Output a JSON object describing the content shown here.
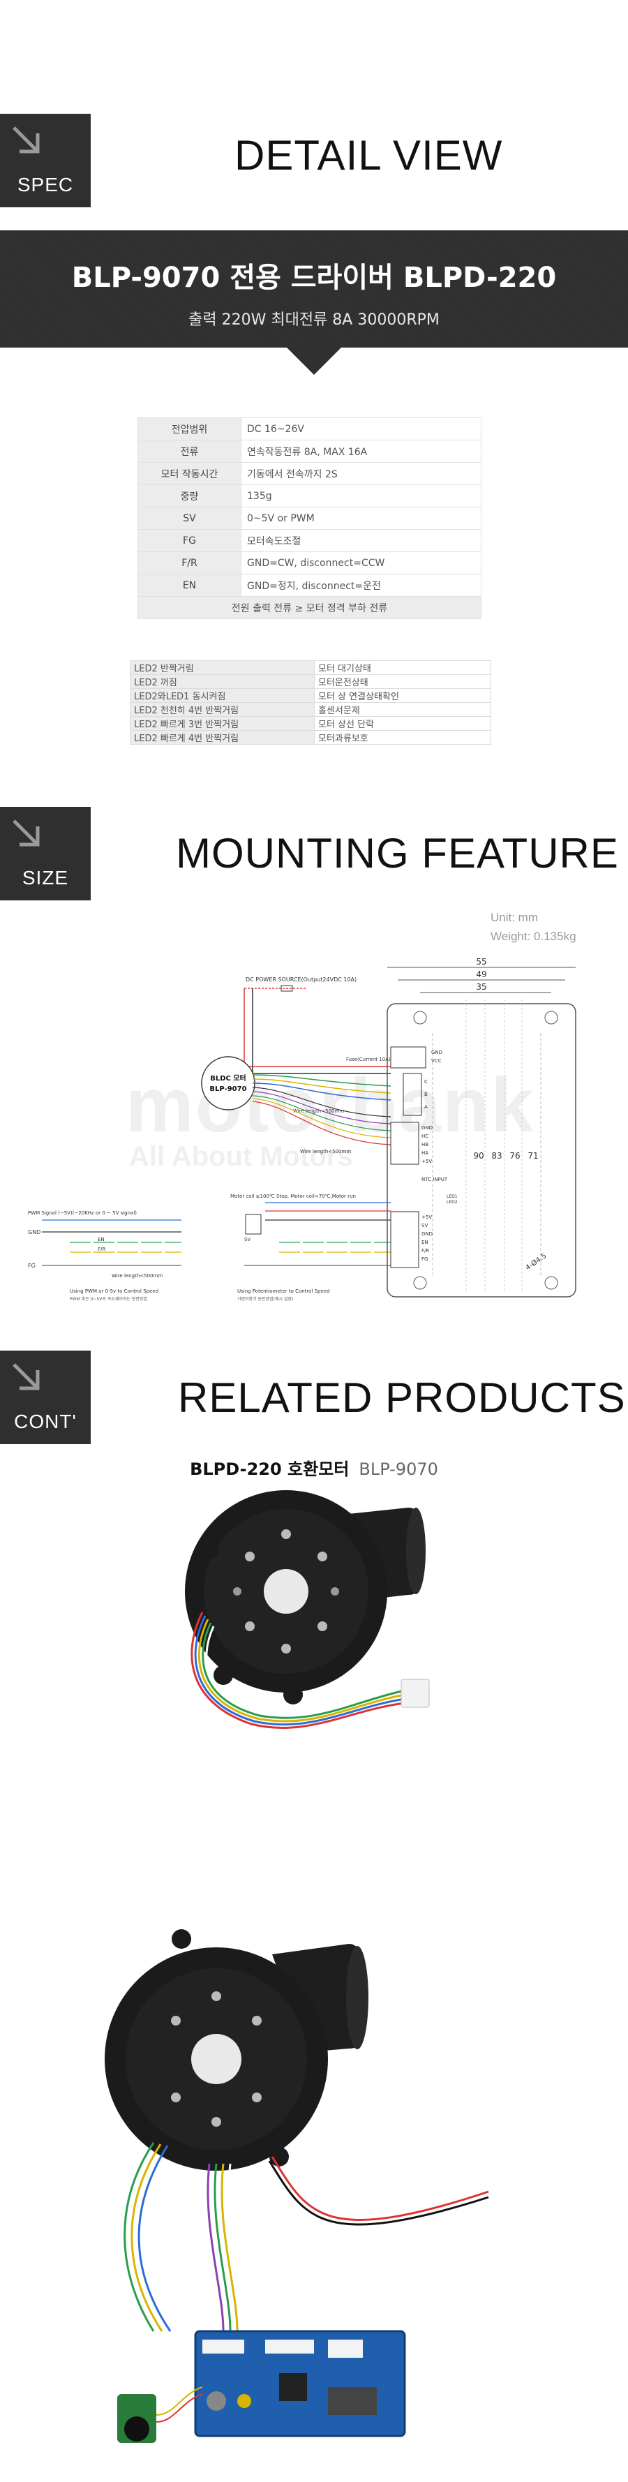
{
  "spec_section": {
    "badge": "SPEC",
    "title": "DETAIL VIEW",
    "band_title": "BLP-9070 전용 드라이버 BLPD-220",
    "band_subtitle": "출력 220W 최대전류 8A  30000RPM"
  },
  "spec_table": [
    {
      "key": "전압범위",
      "value": "DC 16~26V"
    },
    {
      "key": "전류",
      "value": "연속작동전류 8A, MAX 16A"
    },
    {
      "key": "모터 작동시간",
      "value": "기동에서 전속까지 2S"
    },
    {
      "key": "중량",
      "value": "135g"
    },
    {
      "key": "SV",
      "value": "0~5V or PWM"
    },
    {
      "key": "FG",
      "value": "모터속도조절"
    },
    {
      "key": "F/R",
      "value": "GND=CW, disconnect=CCW"
    },
    {
      "key": "EN",
      "value": "GND=정지, disconnect=운전"
    }
  ],
  "spec_note": "전원 출력 전류 ≥ 모터 정격 부하 전류",
  "led_table": [
    {
      "key": "LED2 반짝거림",
      "value": "모터 대기상태"
    },
    {
      "key": "LED2 꺼짐",
      "value": "모터운전상태"
    },
    {
      "key": "LED2와LED1 동시켜짐",
      "value": "모터 상 연결상태확인"
    },
    {
      "key": "LED2 천천히 4번 반짝거림",
      "value": "홀센서문제"
    },
    {
      "key": "LED2 빠르게 3번 반짝거림",
      "value": "모터 상선 단락"
    },
    {
      "key": "LED2 빠르게 4번 반짝거림",
      "value": "모터과류보호"
    }
  ],
  "size_section": {
    "badge": "SIZE",
    "title": "MOUNTING FEATURE",
    "unit": "Unit: mm",
    "weight": "Weight: 0.135kg"
  },
  "diagram": {
    "power_label": "DC POWER SOURCE(Output24VDC 10A)",
    "fuse_label": "Fuse(Current 10A)",
    "motor_label_line1": "BLDC 모터",
    "motor_label_line2": "BLP-9070",
    "wire_length_1": "Wire length<500mm",
    "wire_length_2": "Wire length<500mm",
    "wire_length_3": "Wire length<500mm",
    "pwm_signal": "PWM Signal (~5V)(~20KHz or 0 ~ 5V signal)",
    "motor_coil": "Motor coil ≥100℃ Stop, Motor coil<70℃,Motor run",
    "caption_pwm_1": "Using PWM or 0-5v to Control Speed",
    "caption_pwm_2": "PWM 혹은 0~5V로 속도제어하는 방안방법",
    "caption_pot_1": "Using Potentiometer to Control Speed",
    "caption_pot_2": "가변저항기 동안방법(예시 설정)",
    "gnd": "GND",
    "fg": "FG",
    "en": "EN",
    "fr": "F/R",
    "sv": "SV",
    "board_pins_top": [
      "GND",
      "VCC"
    ],
    "board_pins_phase": [
      "C",
      "B",
      "A"
    ],
    "board_pins_hall": [
      "GND",
      "HC",
      "HB",
      "HA",
      "+5V"
    ],
    "ntc": "NTC INPUT",
    "leds": [
      "LED1",
      "LED2"
    ],
    "board_pins_ctrl": [
      "+5V",
      "SV",
      "GND",
      "EN",
      "F/R",
      "FG"
    ],
    "dim_top": [
      "55",
      "49",
      "35"
    ],
    "dim_side": [
      "90",
      "83",
      "76",
      "71"
    ],
    "hole": "4-Ø4.5"
  },
  "watermark": {
    "main": "motorbank",
    "sub": "All About Motors"
  },
  "cont_section": {
    "badge": "CONT'",
    "title": "RELATED PRODUCTS",
    "caption_main": "BLPD-220 호환모터",
    "caption_sub": "BLP-9070"
  },
  "colors": {
    "badge_bg": "#2f2f2f",
    "band_bg": "#303030",
    "table_key_bg": "#ececec",
    "blower_body": "#1b1b1b"
  }
}
